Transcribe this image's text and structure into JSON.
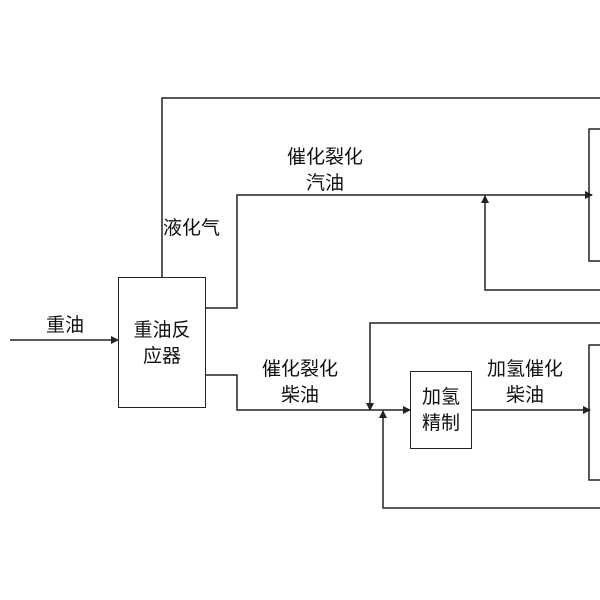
{
  "nodes": {
    "reactor": {
      "line1": "重油反",
      "line2": "应器"
    },
    "hydro": {
      "line1": "加氢",
      "line2": "精制"
    }
  },
  "labels": {
    "feed": "重油",
    "lpg": "液化气",
    "gasoline": {
      "line1": "催化裂化",
      "line2": "汽油"
    },
    "diesel": {
      "line1": "催化裂化",
      "line2": "柴油"
    },
    "hydro_diesel": {
      "line1": "加氢催化",
      "line2": "柴油"
    }
  },
  "colors": {
    "line": "#222222"
  }
}
